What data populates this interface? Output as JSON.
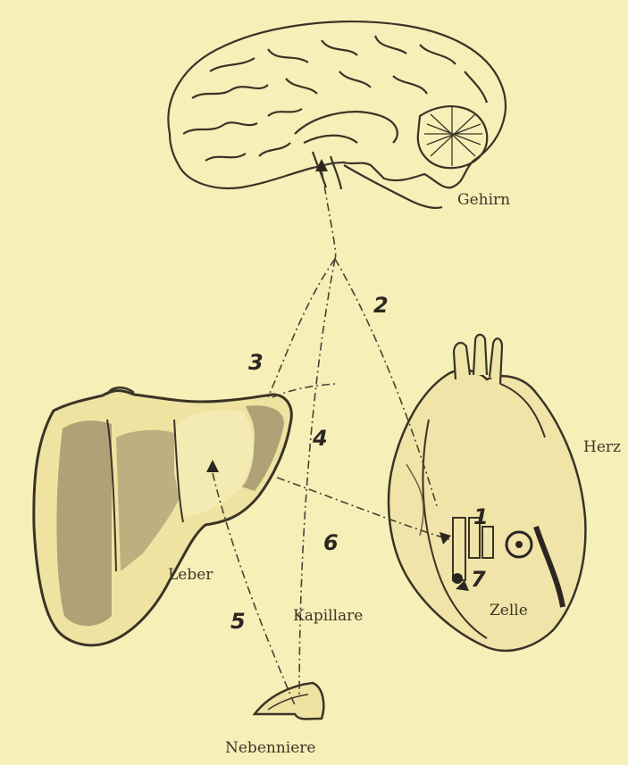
{
  "labels": {
    "brain": "Gehirn",
    "heart": "Herz",
    "liver": "Leber",
    "capillary": "Kapillare",
    "cell": "Zelle",
    "adrenal": "Nebenniere"
  },
  "pathway_numbers": {
    "n1": "1",
    "n2": "2",
    "n3": "3",
    "n4": "4",
    "n5": "5",
    "n6": "6",
    "n7": "7"
  },
  "colors": {
    "paper": "#f7efb8",
    "ink": "#3a3426",
    "tissue": "#6b604a"
  }
}
